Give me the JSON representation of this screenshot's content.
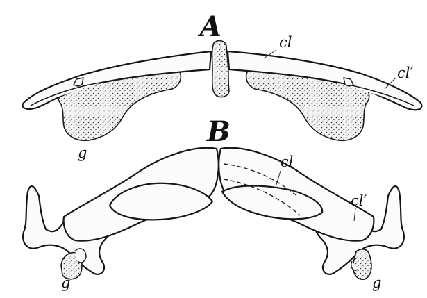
{
  "figure": {
    "panel_a": {
      "letter": "A",
      "labels": {
        "cl": "cl",
        "cl_prime": "cl′",
        "g": "g"
      }
    },
    "panel_b": {
      "letter": "B",
      "labels": {
        "cl": "cl",
        "cl_prime": "cl′",
        "g_left": "g",
        "g_right": "g"
      }
    }
  }
}
